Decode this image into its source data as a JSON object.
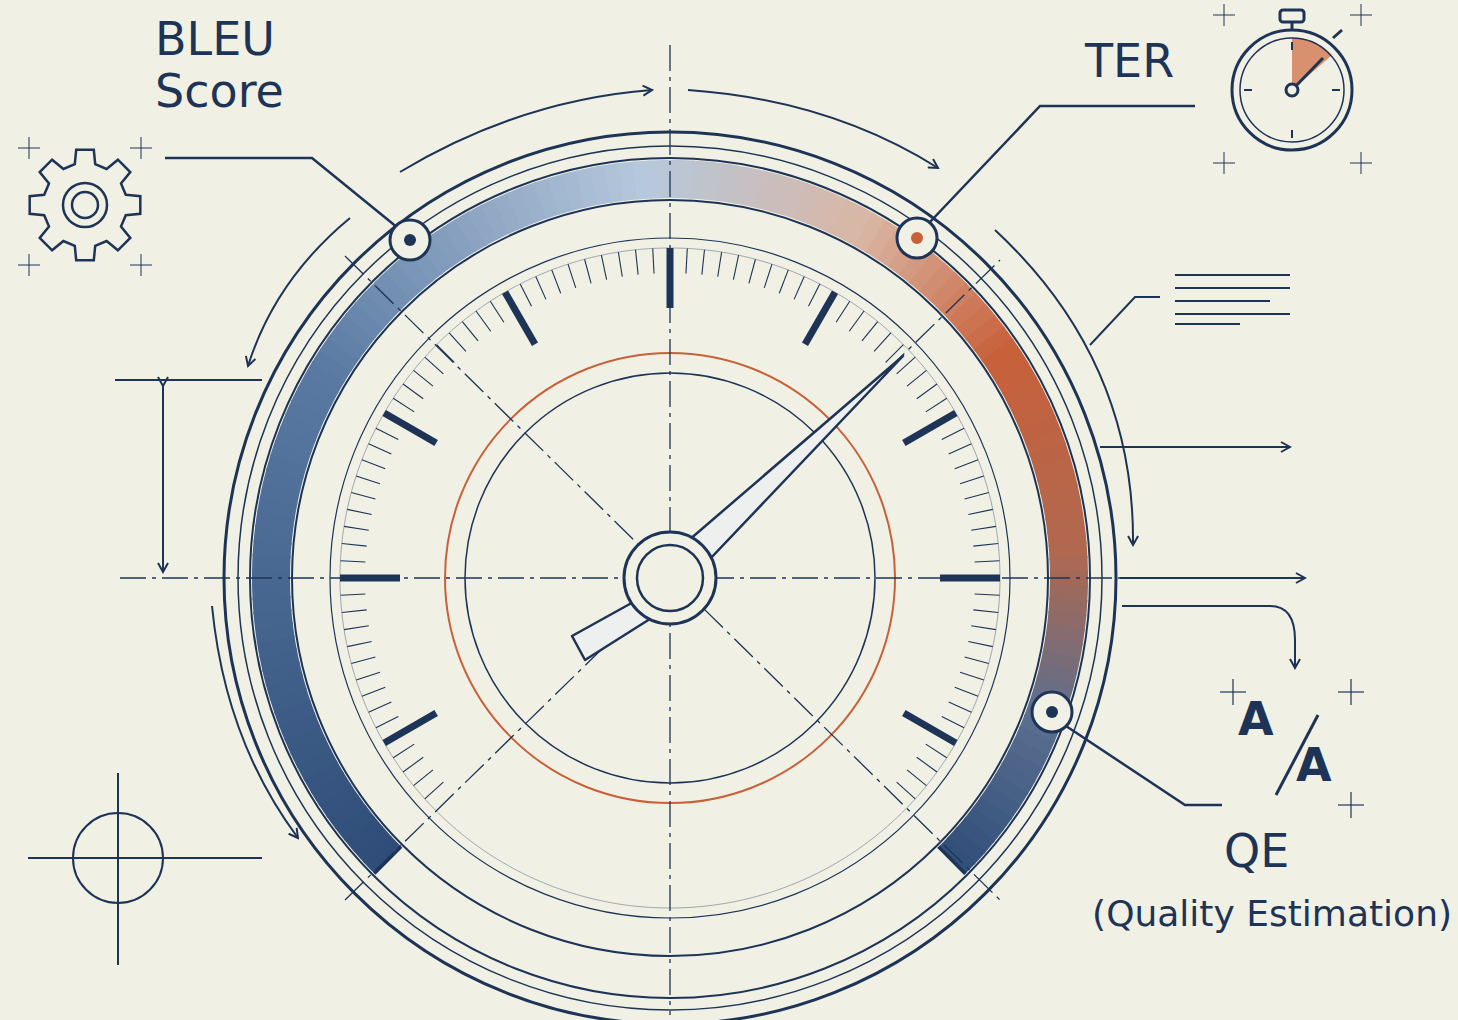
{
  "diagram": {
    "labels": [
      "BLEU Score",
      "TER",
      "QE",
      "(Quality Estimation)",
      "A",
      "A"
    ]
  }
}
